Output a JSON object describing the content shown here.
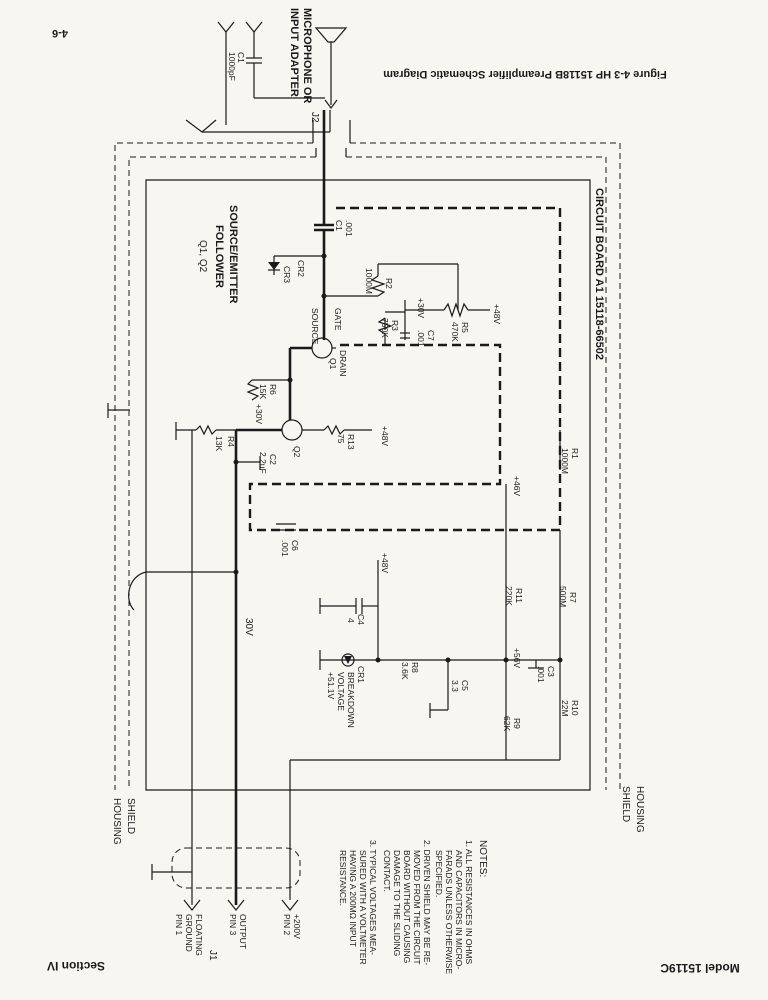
{
  "page": {
    "number": "4-6",
    "model": "Model 15119C",
    "section": "Section IV",
    "figure_title": "Figure 4-3 HP 15118B Preamplifier Schematic Diagram"
  },
  "labels": {
    "mic_line1": "MICROPHONE OR",
    "mic_line2": "INPUT ADAPTER",
    "j2": "J2",
    "c1_top_name": "C1",
    "c1_top_value": "1000pF",
    "circuit_board": "CIRCUIT BOARD A1 15118-66502",
    "func_line1": "SOURCE/EMITTER",
    "func_line2": "FOLLOWER",
    "func_line3": "Q1, Q2",
    "c1_name": "C1",
    "c1_value": ".001",
    "cr2": "CR2",
    "cr3": "CR3",
    "r2_name": "R2",
    "r2_value": "1000M",
    "v30_top": "+30V",
    "r3_name": "R3",
    "r3_value": "750K",
    "c7_name": "C7",
    "c7_value": ".001",
    "r5_name": "R5",
    "r5_value": "470K",
    "v48_top": "+48V",
    "gate": "GATE",
    "source": "SOURCE",
    "drain": "DRAIN",
    "q1": "Q1",
    "r6_name": "R6",
    "r6_value": "15K",
    "v30_mid": "+30V",
    "q2": "Q2",
    "r13_name": "R13",
    "r13_value": "75",
    "v48_mid": "+48V",
    "r4_name": "R4",
    "r4_value": "13K",
    "c2_name": "C2",
    "c2_value": "2.2uF",
    "r1_name": "R1",
    "r1_value": "1000M",
    "v46": "+46V",
    "c6_name": "C6",
    "c6_value": ".001",
    "r7_name": "R7",
    "r7_value": "500M",
    "v48_low": "+48V",
    "r11_name": "R11",
    "r11_value": "220K",
    "c3_name": "C3",
    "c3_value": ".001",
    "c4_name": "C4",
    "c4_value": "4",
    "v56": "+56V",
    "r8_name": "R8",
    "r8_value": "3.6K",
    "cr1_name": "CR1",
    "cr1_desc1": "BREAKDOWN",
    "cr1_desc2": "VOLTAGE",
    "cr1_desc3": "+51.1V",
    "c5_name": "C5",
    "c5_value": "3.3",
    "r10_name": "R10",
    "r10_value": "22M",
    "r9_name": "R9",
    "r9_value": "62K",
    "v30_line": "30V",
    "shield_left": "SHIELD",
    "housing_left": "HOUSING",
    "shield_right": "SHIELD",
    "housing_right": "HOUSING",
    "j1": "J1",
    "pin1_line1": "FLOATING",
    "pin1_line2": "GROUND",
    "pin1_line3": "PIN 1",
    "pin3_line1": "OUTPUT",
    "pin3_line2": "PIN 3",
    "pin2_line1": "+200V",
    "pin2_line2": "PIN 2"
  },
  "notes": {
    "title": "NOTES:",
    "lines": [
      "1. ALL RESISTANCES IN OHMS",
      "AND CAPACITORS IN MICRO-",
      "FARADS UNLESS OTHERWISE",
      "SPECIFIED.",
      "2. DRIVEN SHIELD MAY BE RE-",
      "MOVED FROM THE CIRCUIT",
      "BOARD WITHOUT CAUSING",
      "DAMAGE TO THE SLIDING",
      "CONTACT.",
      "3. TYPICAL VOLTAGES MEA-",
      "SURED WITH A VOLTMETER",
      "HAVING A 200MΩ INPUT",
      "RESISTANCE."
    ]
  }
}
